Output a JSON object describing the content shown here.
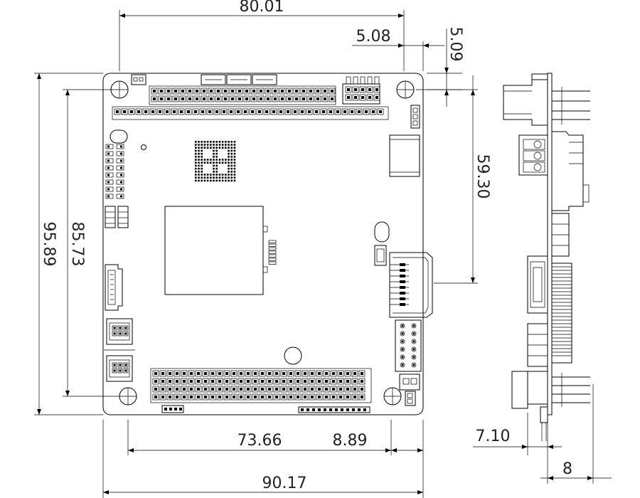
{
  "dimensions": {
    "top_width": "80.01",
    "top_right_offset": "5.08",
    "right_vertical_offset": "5.09",
    "hole_to_connector": "59.30",
    "outer_height": "95.89",
    "hole_spacing_vertical": "85.73",
    "bottom_hole_spacing": "73.66",
    "bottom_right_offset": "8.89",
    "overall_width": "90.17",
    "side_connector_offset": "7.10",
    "side_thickness": "8"
  }
}
